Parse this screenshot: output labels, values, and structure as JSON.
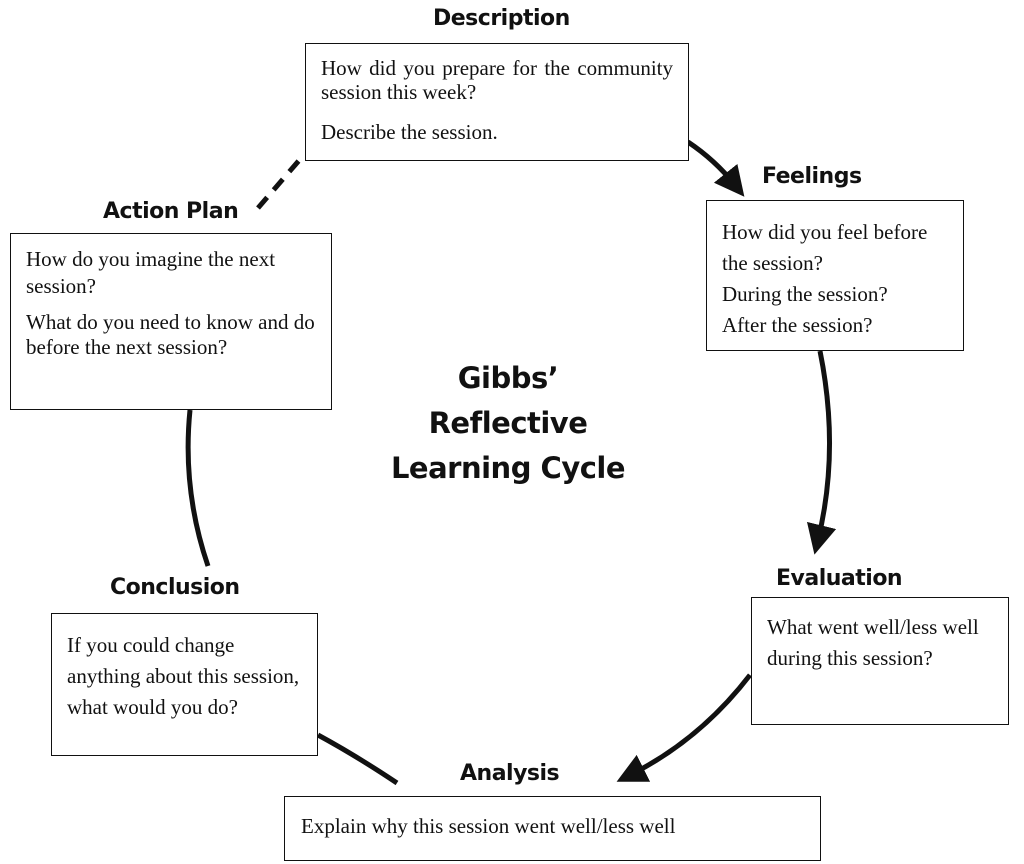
{
  "center_title": {
    "line1": "Gibbs’",
    "line2": "Reflective",
    "line3": "Learning Cycle"
  },
  "stages": {
    "description": {
      "title": "Description",
      "lines": [
        "How did you prepare for the community session this week?",
        "Describe the session."
      ]
    },
    "feelings": {
      "title": "Feelings",
      "lines": [
        "How did you feel before the session?",
        "During the session?",
        "After the session?"
      ]
    },
    "evaluation": {
      "title": "Evaluation",
      "lines": [
        "What went well/less well during this session?"
      ]
    },
    "analysis": {
      "title": "Analysis",
      "lines": [
        "Explain why this session went well/less well"
      ]
    },
    "conclusion": {
      "title": "Conclusion",
      "lines": [
        "If you could change anything about this session, what would you do?"
      ]
    },
    "action_plan": {
      "title": "Action Plan",
      "lines": [
        "How do you imagine the next session?",
        "What do you need to know and do before the next session?"
      ]
    }
  }
}
